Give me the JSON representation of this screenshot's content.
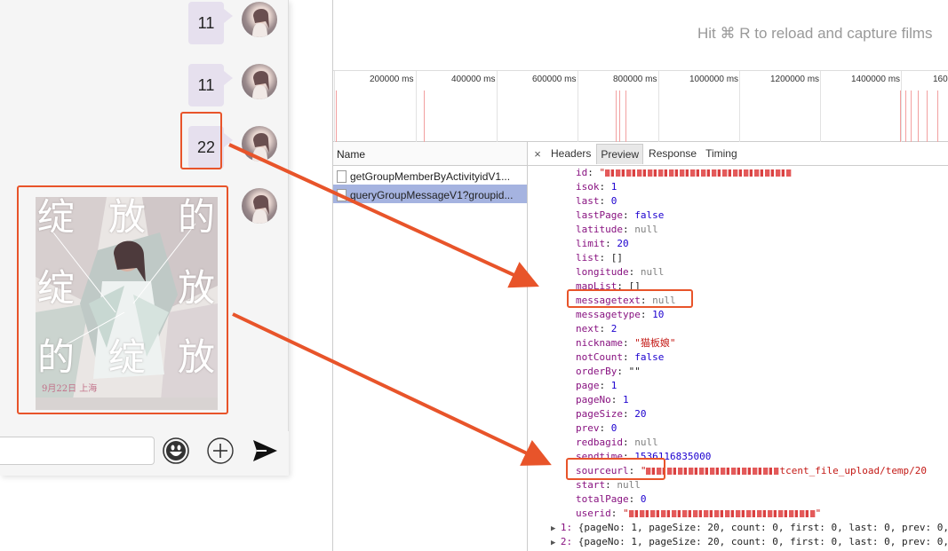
{
  "chat": {
    "messages": [
      {
        "text": "11"
      },
      {
        "text": "11"
      },
      {
        "text": "22"
      }
    ],
    "poster": {
      "chars": [
        "绽",
        "放",
        "的",
        "绽",
        "放",
        "的",
        "绽",
        "放"
      ],
      "date": "9月22日 上海"
    },
    "icons": [
      "emoji-icon",
      "add-icon",
      "send-icon"
    ]
  },
  "devtools": {
    "hint": "Hit ⌘ R to reload and capture films",
    "timeline_ticks": [
      "200000 ms",
      "400000 ms",
      "600000 ms",
      "800000 ms",
      "1000000 ms",
      "1200000 ms",
      "1400000 ms",
      "160"
    ],
    "name_header": "Name",
    "requests": [
      {
        "name": "getGroupMemberByActivityidV1..."
      },
      {
        "name": "queryGroupMessageV1?groupid..."
      }
    ],
    "tabs": {
      "close": "×",
      "headers": "Headers",
      "preview": "Preview",
      "response": "Response",
      "timing": "Timing"
    },
    "props": [
      {
        "key": "id",
        "value": "\"",
        "type": "str",
        "redacted": true
      },
      {
        "key": "isok",
        "value": "1",
        "type": "num"
      },
      {
        "key": "last",
        "value": "0",
        "type": "num"
      },
      {
        "key": "lastPage",
        "value": "false",
        "type": "num"
      },
      {
        "key": "latitude",
        "value": "null",
        "type": "null"
      },
      {
        "key": "limit",
        "value": "20",
        "type": "num"
      },
      {
        "key": "list",
        "value": "[]",
        "type": "plain"
      },
      {
        "key": "longitude",
        "value": "null",
        "type": "null"
      },
      {
        "key": "mapList",
        "value": "[]",
        "type": "plain"
      },
      {
        "key": "messagetext",
        "value": "null",
        "type": "null"
      },
      {
        "key": "messagetype",
        "value": "10",
        "type": "num"
      },
      {
        "key": "next",
        "value": "2",
        "type": "num"
      },
      {
        "key": "nickname",
        "value": "\"猫板娘\"",
        "type": "str"
      },
      {
        "key": "notCount",
        "value": "false",
        "type": "num"
      },
      {
        "key": "orderBy",
        "value": "\"\"",
        "type": "plain"
      },
      {
        "key": "page",
        "value": "1",
        "type": "num"
      },
      {
        "key": "pageNo",
        "value": "1",
        "type": "num"
      },
      {
        "key": "pageSize",
        "value": "20",
        "type": "num"
      },
      {
        "key": "prev",
        "value": "0",
        "type": "num"
      },
      {
        "key": "redbagid",
        "value": "null",
        "type": "null"
      },
      {
        "key": "sendtime",
        "value": "1536116835000",
        "type": "num"
      },
      {
        "key": "sourceurl",
        "value": "\"",
        "type": "str",
        "redacted": true,
        "suffix": "tcent_file_upload/temp/20"
      },
      {
        "key": "start",
        "value": "null",
        "type": "null"
      },
      {
        "key": "totalPage",
        "value": "0",
        "type": "num"
      },
      {
        "key": "userid",
        "value": "\"",
        "type": "str",
        "redacted": true,
        "suffix": "\""
      }
    ],
    "summaries": [
      {
        "index": "1:",
        "text": "{pageNo: 1, pageSize: 20, count: 0, first: 0, last: 0, prev: 0,"
      },
      {
        "index": "2:",
        "text": "{pageNo: 1, pageSize: 20, count: 0, first: 0, last: 0, prev: 0,"
      }
    ]
  },
  "colors": {
    "annotation": "#e8542a",
    "bubble": "#e6e0ee",
    "selected_row": "#a5b3e0"
  }
}
